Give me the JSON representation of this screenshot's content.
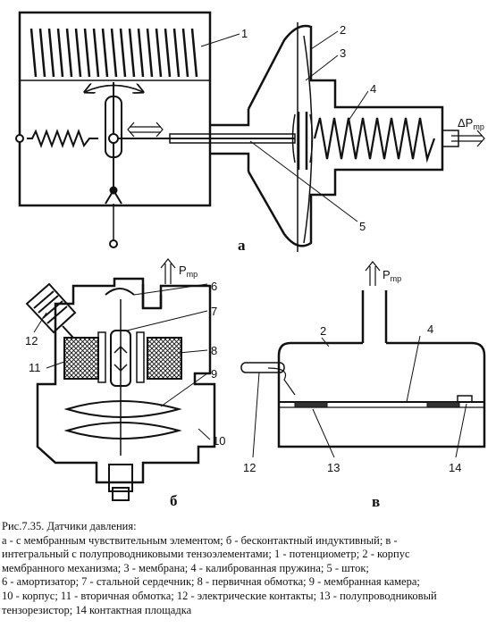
{
  "panels": {
    "a": {
      "letter": "а",
      "callouts": [
        "1",
        "2",
        "3",
        "4",
        "5"
      ],
      "pressure_label": "ΔP",
      "pressure_sub": "mp"
    },
    "b": {
      "letter": "б",
      "callouts": [
        "6",
        "7",
        "8",
        "9",
        "10",
        "11",
        "12"
      ],
      "pressure_label": "P",
      "pressure_sub": "mp"
    },
    "v": {
      "letter": "в",
      "callouts": [
        "2",
        "4",
        "12",
        "13",
        "14"
      ],
      "pressure_label": "P",
      "pressure_sub": "mp"
    }
  },
  "caption": {
    "title": "Рис.7.35. Датчики давления:",
    "lines": [
      "а - с мембранным чувствительным элементом; б - бесконтактный индуктивный; в -",
      "интегральный с полупроводниковыми тензоэлементами; 1 - потенциометр; 2 - корпус",
      "мембранного механизма; 3 - мембрана; 4 - калиброванная пружина; 5 - шток;",
      "6 - амортизатор; 7 - стальной сердечник; 8 - первичная обмотка; 9 - мембранная камера;",
      "10 - корпус; 11 - вторичная обмотка; 12 - электрические контакты; 13 - полупроводниковый",
      "тензорезистор; 14 контактная площадка"
    ]
  },
  "colors": {
    "ink": "#111111",
    "paper": "#ffffff",
    "fill_dark": "#333333"
  }
}
